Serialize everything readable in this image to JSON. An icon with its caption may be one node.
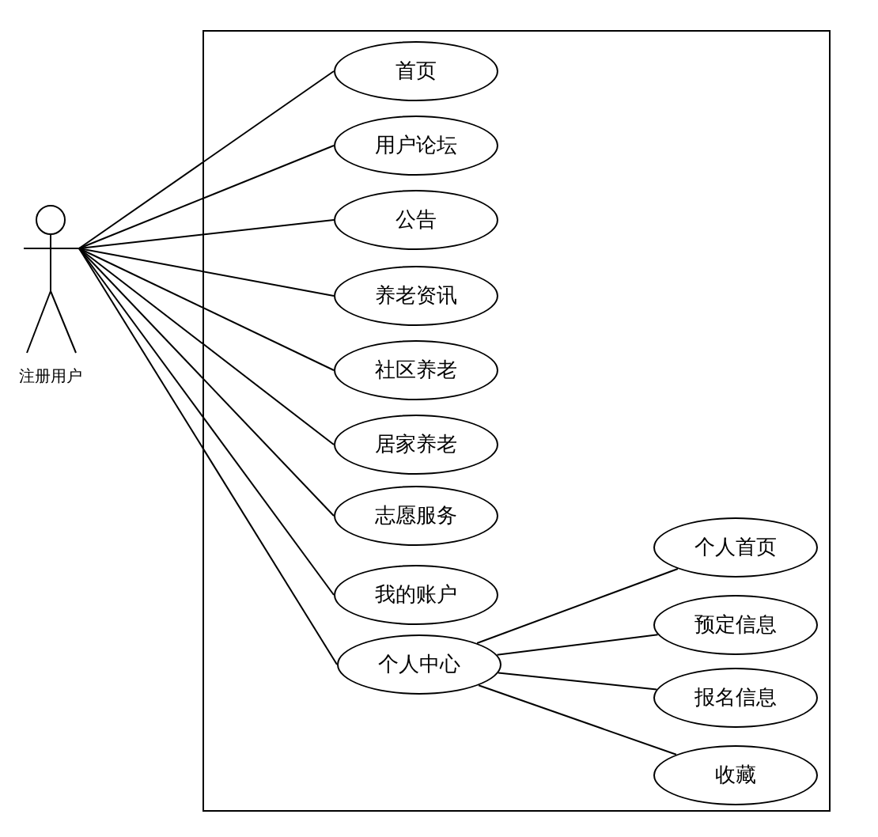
{
  "diagram": {
    "nodes": [
      {
        "text": [],
        "shape": "box"
      },
      {
        "text": [
          "注册用户"
        ]
      },
      {
        "text": [
          "首页"
        ],
        "in": 0
      },
      {
        "text": [
          "用户论坛"
        ],
        "in": 0
      },
      {
        "text": [
          "公告"
        ],
        "in": 0
      },
      {
        "text": [
          "养老资讯"
        ],
        "in": 0
      },
      {
        "text": [
          "社区养老"
        ],
        "in": 0
      },
      {
        "text": [
          "居家养老"
        ],
        "in": 0
      },
      {
        "text": [
          "志愿服务"
        ],
        "in": 0
      },
      {
        "text": [
          "我的账户"
        ],
        "in": 0
      },
      {
        "text": [
          "个人中心"
        ],
        "in": 0
      },
      {
        "text": [
          "个人首页"
        ],
        "in": 0
      },
      {
        "text": [
          "预定信息"
        ],
        "in": 0
      },
      {
        "text": [
          "报名信息"
        ],
        "in": 0
      },
      {
        "text": [
          "收藏"
        ],
        "in": 0
      }
    ],
    "edges": [
      {
        "from": 1,
        "to": 2,
        "arrow": "none"
      },
      {
        "from": 1,
        "to": 3,
        "arrow": "none"
      },
      {
        "from": 1,
        "to": 4,
        "arrow": "none"
      },
      {
        "from": 1,
        "to": 5,
        "arrow": "none"
      },
      {
        "from": 1,
        "to": 6,
        "arrow": "none"
      },
      {
        "from": 1,
        "to": 7,
        "arrow": "none"
      },
      {
        "from": 1,
        "to": 8,
        "arrow": "none"
      },
      {
        "from": 1,
        "to": 9,
        "arrow": "none"
      },
      {
        "from": 1,
        "to": 10,
        "arrow": "none"
      },
      {
        "from": 10,
        "to": 11,
        "arrow": "none"
      },
      {
        "from": 10,
        "to": 12,
        "arrow": "none"
      },
      {
        "from": 10,
        "to": 13,
        "arrow": "none"
      },
      {
        "from": 10,
        "to": 14,
        "arrow": "none"
      }
    ]
  }
}
